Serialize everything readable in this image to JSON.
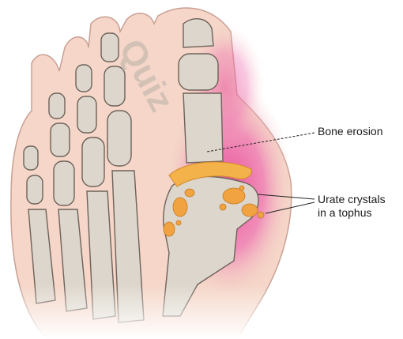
{
  "labels": {
    "bone_erosion": "Bone erosion",
    "urate_line1": "Urate crystals",
    "urate_line2": "in a tophus"
  },
  "watermark": "Quiz",
  "colors": {
    "skin": "#f5d6c8",
    "skin_outline": "#c9a094",
    "bone": "#ddd6cc",
    "bone_outline": "#6e6259",
    "inflammation": "#e8489a",
    "cartilage": "#f4b24a",
    "crystal": "#f0a340",
    "leader": "#222222"
  }
}
